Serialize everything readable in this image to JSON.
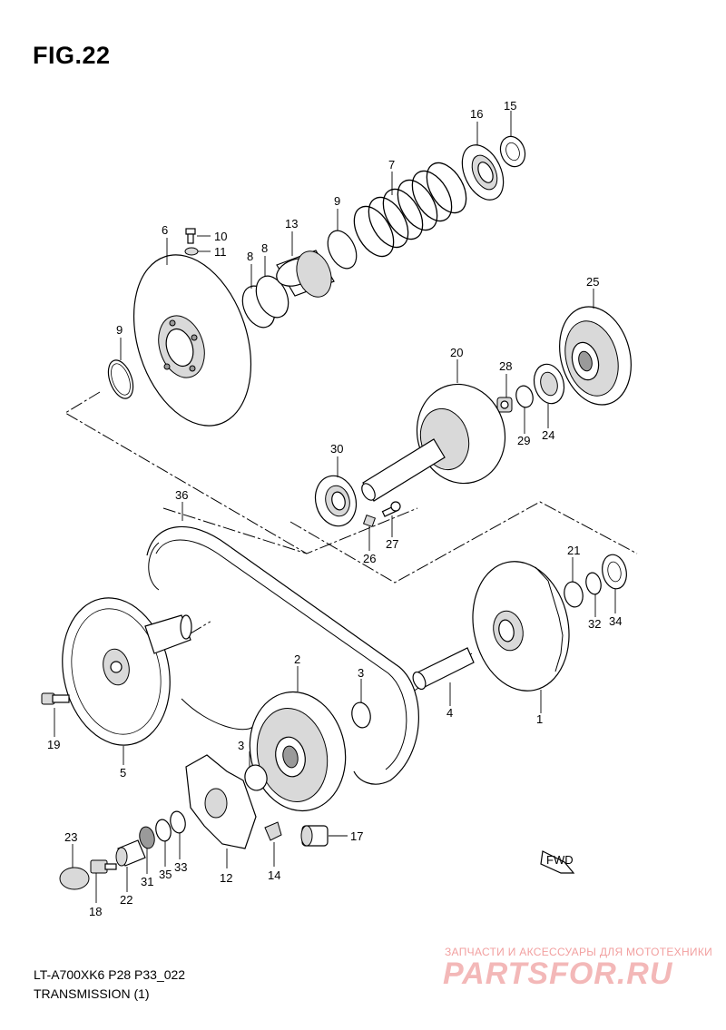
{
  "figure_title": "FIG.22",
  "footer": {
    "model_code": "LT-A700XK6 P28 P33_022",
    "section_title": "TRANSMISSION (1)"
  },
  "watermark": {
    "caption": "ЗАПЧАСТИ И АКСЕССУАРЫ ДЛЯ МОТОТЕХНИКИ",
    "logo": "PARTSFOR.RU"
  },
  "fwd_label": "FWD",
  "callouts": [
    {
      "id": "c1",
      "number": "1"
    },
    {
      "id": "c2",
      "number": "2"
    },
    {
      "id": "c3a",
      "number": "3"
    },
    {
      "id": "c3b",
      "number": "3"
    },
    {
      "id": "c4",
      "number": "4"
    },
    {
      "id": "c5",
      "number": "5"
    },
    {
      "id": "c6",
      "number": "6"
    },
    {
      "id": "c7",
      "number": "7"
    },
    {
      "id": "c8a",
      "number": "8"
    },
    {
      "id": "c8b",
      "number": "8"
    },
    {
      "id": "c9a",
      "number": "9"
    },
    {
      "id": "c9b",
      "number": "9"
    },
    {
      "id": "c10",
      "number": "10"
    },
    {
      "id": "c11",
      "number": "11"
    },
    {
      "id": "c12",
      "number": "12"
    },
    {
      "id": "c13",
      "number": "13"
    },
    {
      "id": "c14",
      "number": "14"
    },
    {
      "id": "c15",
      "number": "15"
    },
    {
      "id": "c16",
      "number": "16"
    },
    {
      "id": "c17",
      "number": "17"
    },
    {
      "id": "c18",
      "number": "18"
    },
    {
      "id": "c19",
      "number": "19"
    },
    {
      "id": "c20",
      "number": "20"
    },
    {
      "id": "c21",
      "number": "21"
    },
    {
      "id": "c22",
      "number": "22"
    },
    {
      "id": "c23",
      "number": "23"
    },
    {
      "id": "c24",
      "number": "24"
    },
    {
      "id": "c25",
      "number": "25"
    },
    {
      "id": "c26",
      "number": "26"
    },
    {
      "id": "c27",
      "number": "27"
    },
    {
      "id": "c28",
      "number": "28"
    },
    {
      "id": "c29",
      "number": "29"
    },
    {
      "id": "c30",
      "number": "30"
    },
    {
      "id": "c31",
      "number": "31"
    },
    {
      "id": "c32",
      "number": "32"
    },
    {
      "id": "c33",
      "number": "33"
    },
    {
      "id": "c34",
      "number": "34"
    },
    {
      "id": "c35",
      "number": "35"
    },
    {
      "id": "c36",
      "number": "36"
    }
  ]
}
